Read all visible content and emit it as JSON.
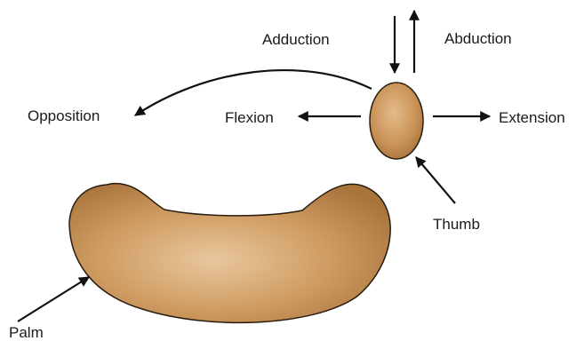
{
  "labels": {
    "adduction": "Adduction",
    "abduction": "Abduction",
    "opposition": "Opposition",
    "flexion": "Flexion",
    "extension": "Extension",
    "thumb": "Thumb",
    "palm": "Palm"
  },
  "colors": {
    "shape_fill": "#c9955a",
    "shape_highlight": "#e8c49a",
    "shape_shadow": "#9c6a35",
    "outline": "#2a1d10",
    "arrow": "#111111"
  }
}
